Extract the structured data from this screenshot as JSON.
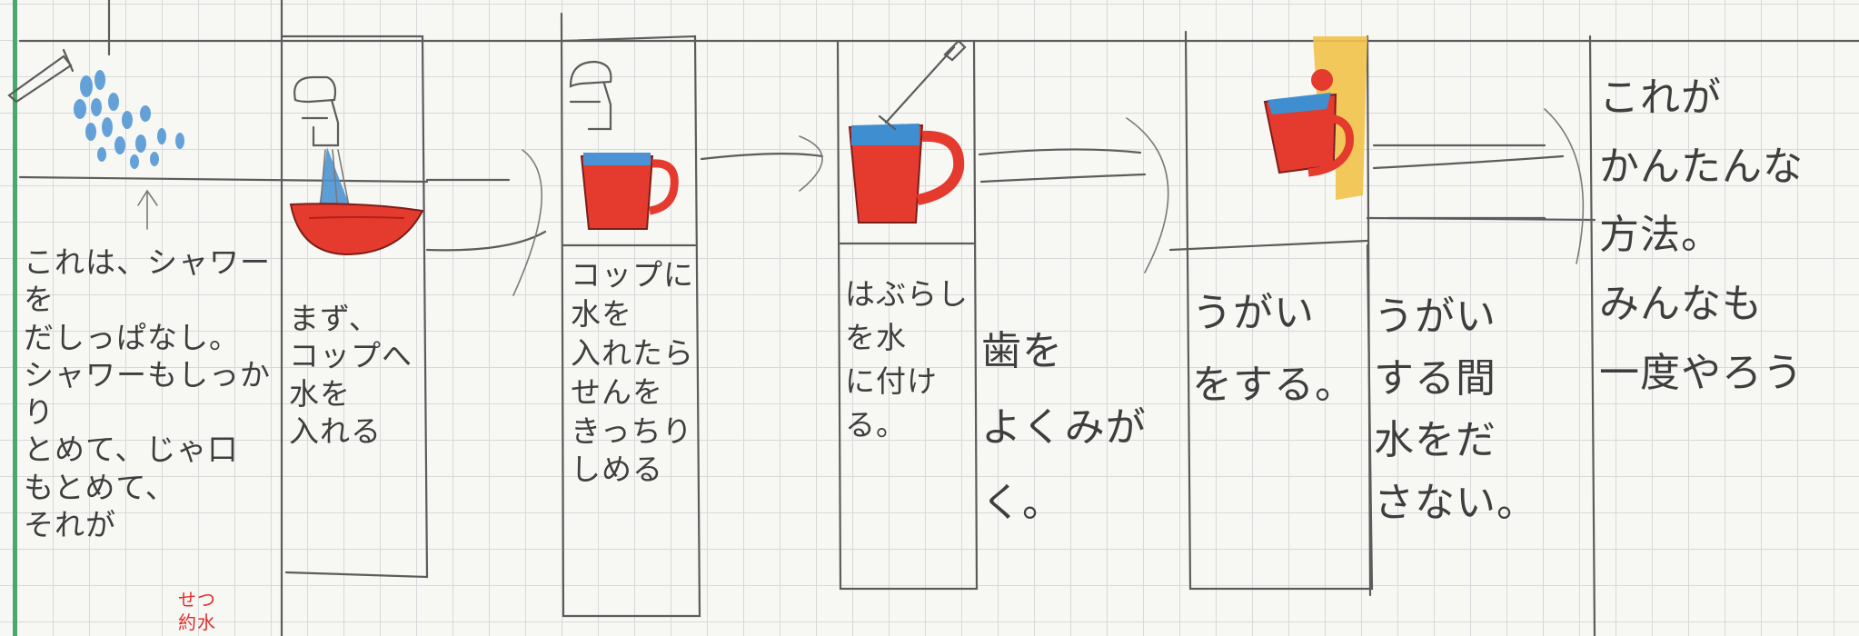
{
  "panel_texts": {
    "p1": "これは、シャワーを\nだしっぱなし。\nシャワーもしっかり\nとめて、じゃ口\nもとめて、\nそれが",
    "p1_red_note": "せつ\n約水",
    "p2": "まず、\nコップへ\n水を\n入れる",
    "p3": "コップに\n水を\n入れたら\nせんを\nきっちり\nしめる",
    "p4": "はぶらし\nを水\nに付け\nる。",
    "p5": "歯を\nよくみが\nく。",
    "p6": "うがい\nをする。",
    "p7": "うがい\nする間\n水をだ\nさない。",
    "p8": "これが\nかんたんな\n方法。\nみんなも\n一度やろう"
  },
  "colors": {
    "pencil": "#5c5c5c",
    "red_crayon": "#e53a2e",
    "blue_crayon": "#3f8fd0",
    "yellow_crayon": "#f2c24a",
    "grid": "#d7d9da",
    "margin_line": "#4aa86a"
  }
}
